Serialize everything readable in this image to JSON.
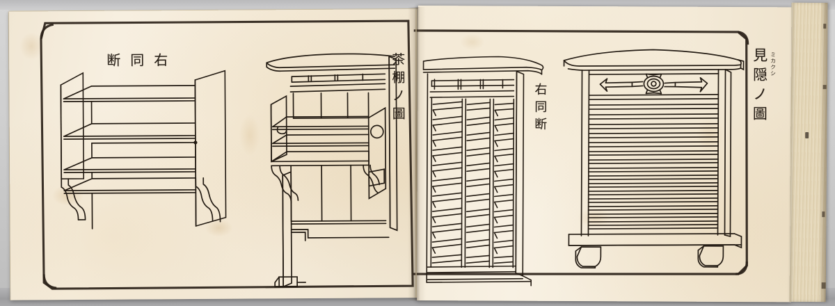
{
  "artifact": {
    "type": "japanese-woodblock-book-spread",
    "medium": "ink on paper, woodblock printed illustrated book (ehon)",
    "paper_color": "#f4ead8",
    "ink_color": "#241c14",
    "background_color": "#cfcfcf"
  },
  "left_page": {
    "title_label": "断同右",
    "title_reading_note": "read right-to-left: 右同断",
    "side_label": "茶棚ノ圖",
    "side_label_reading_note": "Chadana no zu — Illustration of a tea shelf",
    "figures": [
      {
        "name": "staggered-shelf-section",
        "caption": "断同右",
        "description": "cross-section of a four-tier staggered shelf cabinet with scalloped apron feet"
      },
      {
        "name": "tea-shelf-section",
        "caption": "茶棚ノ圖",
        "description": "cross-section of a tea shelf (chadana) with upper rail, drawers, round opening and base"
      }
    ]
  },
  "right_page": {
    "title_label": "右同断",
    "side_label": "見隠ノ圖",
    "side_label_furigana": "ミカクシ",
    "side_label_reading_note": "Mikakushi no zu — Illustration of a privacy screen",
    "figures": [
      {
        "name": "louvered-screen-section",
        "caption": "右同断",
        "description": "partial cross-section of a louvered screen showing three bays of angled slats"
      },
      {
        "name": "mikakushi-elevation",
        "caption": "見隠ノ圖",
        "description": "front elevation of a mikakushi privacy screen with curved top rail, decorative iron handle plate, horizontal louver slats and two block feet"
      }
    ]
  },
  "book_edges": {
    "fore_edge_label": "page block fore-edge",
    "gutter_label": "center gutter"
  }
}
